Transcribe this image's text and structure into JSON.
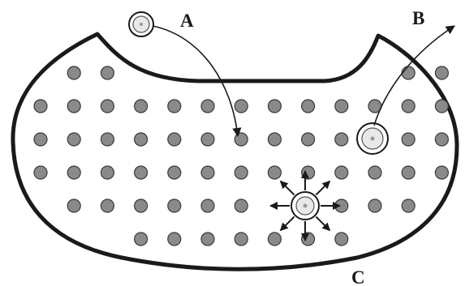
{
  "labels": {
    "a": "A",
    "b": "B",
    "c": "C"
  },
  "lattice": {
    "rows": [
      [
        1,
        2,
        11,
        12
      ],
      [
        0,
        1,
        2,
        3,
        4,
        5,
        6,
        7,
        8,
        9,
        10,
        11,
        12
      ],
      [
        0,
        1,
        2,
        3,
        4,
        5,
        6,
        7,
        8,
        9,
        11,
        12
      ],
      [
        0,
        1,
        2,
        3,
        4,
        5,
        6,
        7,
        8,
        9,
        10,
        11,
        12
      ],
      [
        1,
        2,
        3,
        4,
        5,
        6,
        9,
        10,
        11
      ],
      [
        3,
        4,
        5,
        6,
        7,
        8,
        9
      ]
    ]
  },
  "colors": {
    "outline": "#1a1a1a",
    "atom_fill": "#8a8a8a",
    "atom_stroke": "#3a3a3a",
    "arrow": "#1a1a1a"
  }
}
